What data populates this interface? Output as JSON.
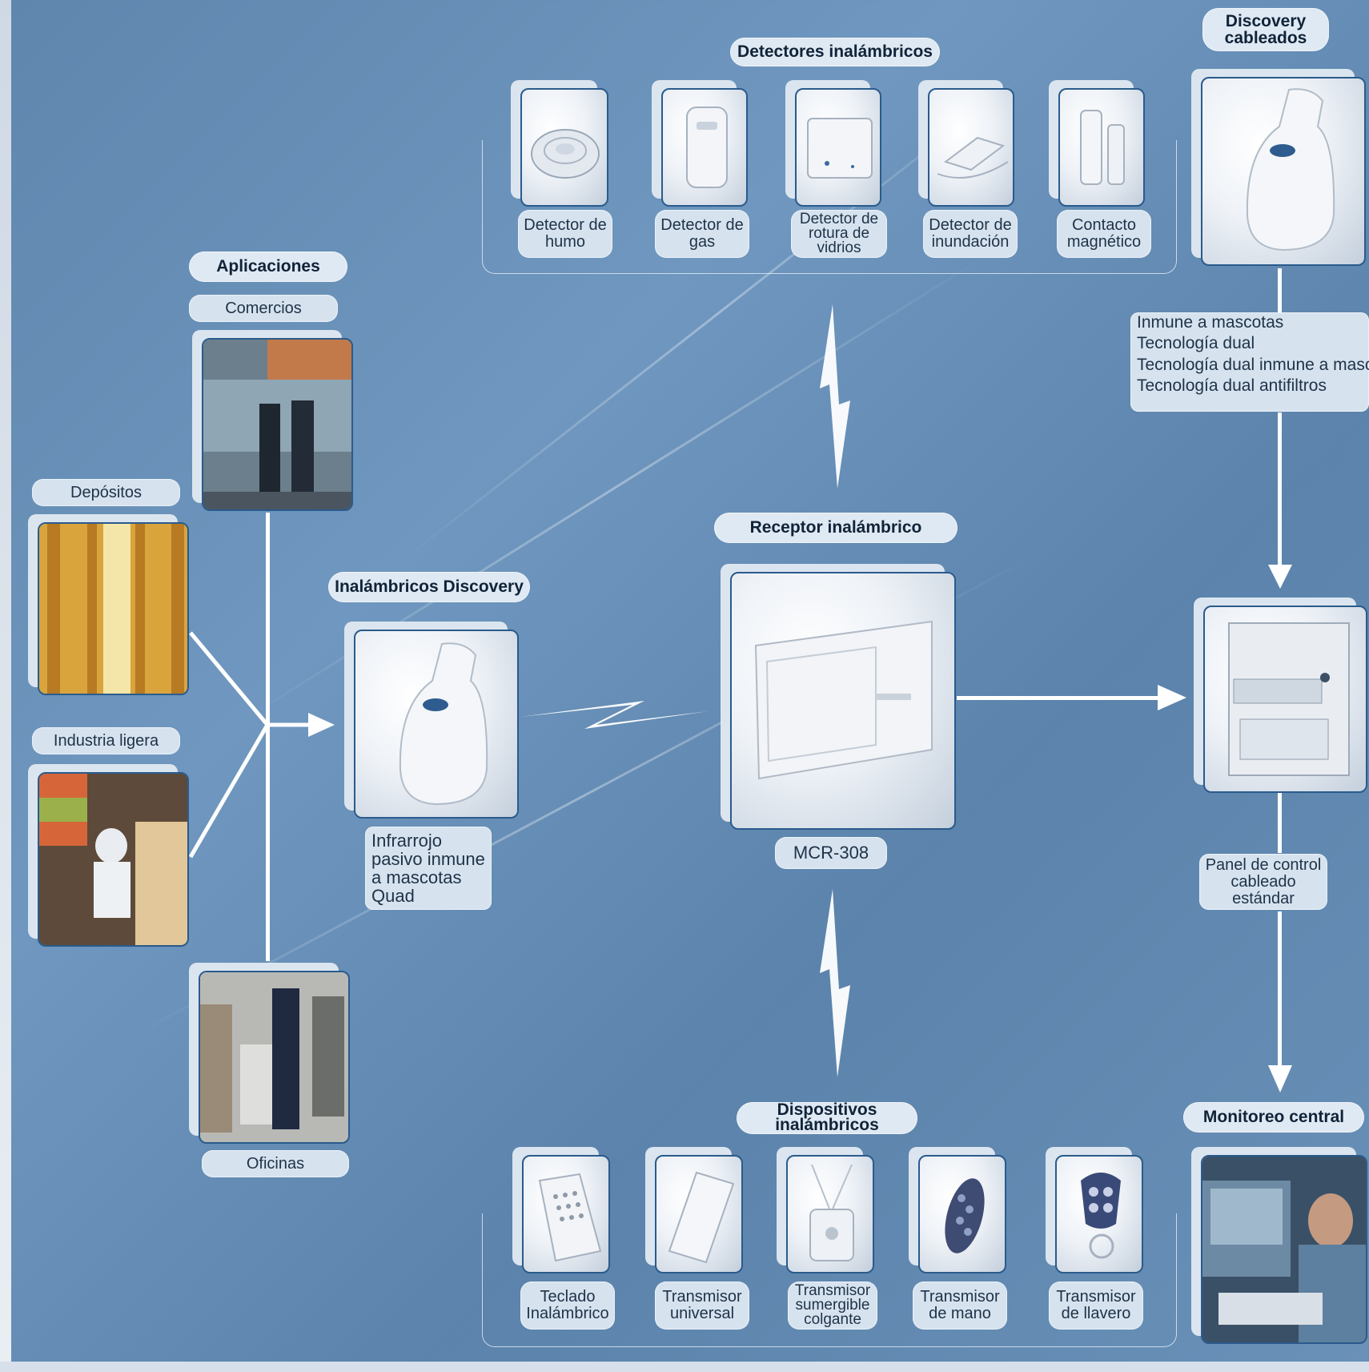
{
  "headings": {
    "detectores": "Detectores inalámbricos",
    "discovery_cableados": "Discovery cableados",
    "aplicaciones": "Aplicaciones",
    "inalambricos_discovery": "Inalámbricos Discovery",
    "receptor": "Receptor inalámbrico",
    "dispositivos": "Dispositivos inalámbricos",
    "monitoreo": "Monitoreo central"
  },
  "detectors": [
    {
      "label": "Detector de humo",
      "icon": "smoke-detector-icon"
    },
    {
      "label": "Detector de gas",
      "icon": "gas-detector-icon"
    },
    {
      "label": "Detector de rotura de vidrios",
      "icon": "glass-break-detector-icon"
    },
    {
      "label": "Detector de inundación",
      "icon": "flood-detector-icon"
    },
    {
      "label": "Contacto magnético",
      "icon": "magnetic-contact-icon"
    }
  ],
  "applications": {
    "comercios": "Comercios",
    "depositos": "Depósitos",
    "industria": "Industria ligera",
    "oficinas": "Oficinas"
  },
  "wireless_pir_label": "Infrarrojo pasivo inmune a mascotas Quad",
  "receiver_model": "MCR-308",
  "wired_features": [
    "Inmune a mascotas",
    "Tecnología dual",
    "Tecnología dual inmune a mascotas",
    "Tecnología dual antifiltros"
  ],
  "control_panel_label": "Panel de control cableado estándar",
  "devices": [
    {
      "label": "Teclado Inalámbrico",
      "icon": "keypad-icon"
    },
    {
      "label": "Transmisor universal",
      "icon": "universal-transmitter-icon"
    },
    {
      "label": "Transmisor sumergible colgante",
      "icon": "pendant-transmitter-icon"
    },
    {
      "label": "Transmisor de mano",
      "icon": "handheld-transmitter-icon"
    },
    {
      "label": "Transmisor de llavero",
      "icon": "keyfob-icon"
    }
  ],
  "colors": {
    "background": "#6a91b8",
    "pill": "#d6e3ef",
    "border": "#2a5b8c",
    "connector": "#ffffff"
  }
}
